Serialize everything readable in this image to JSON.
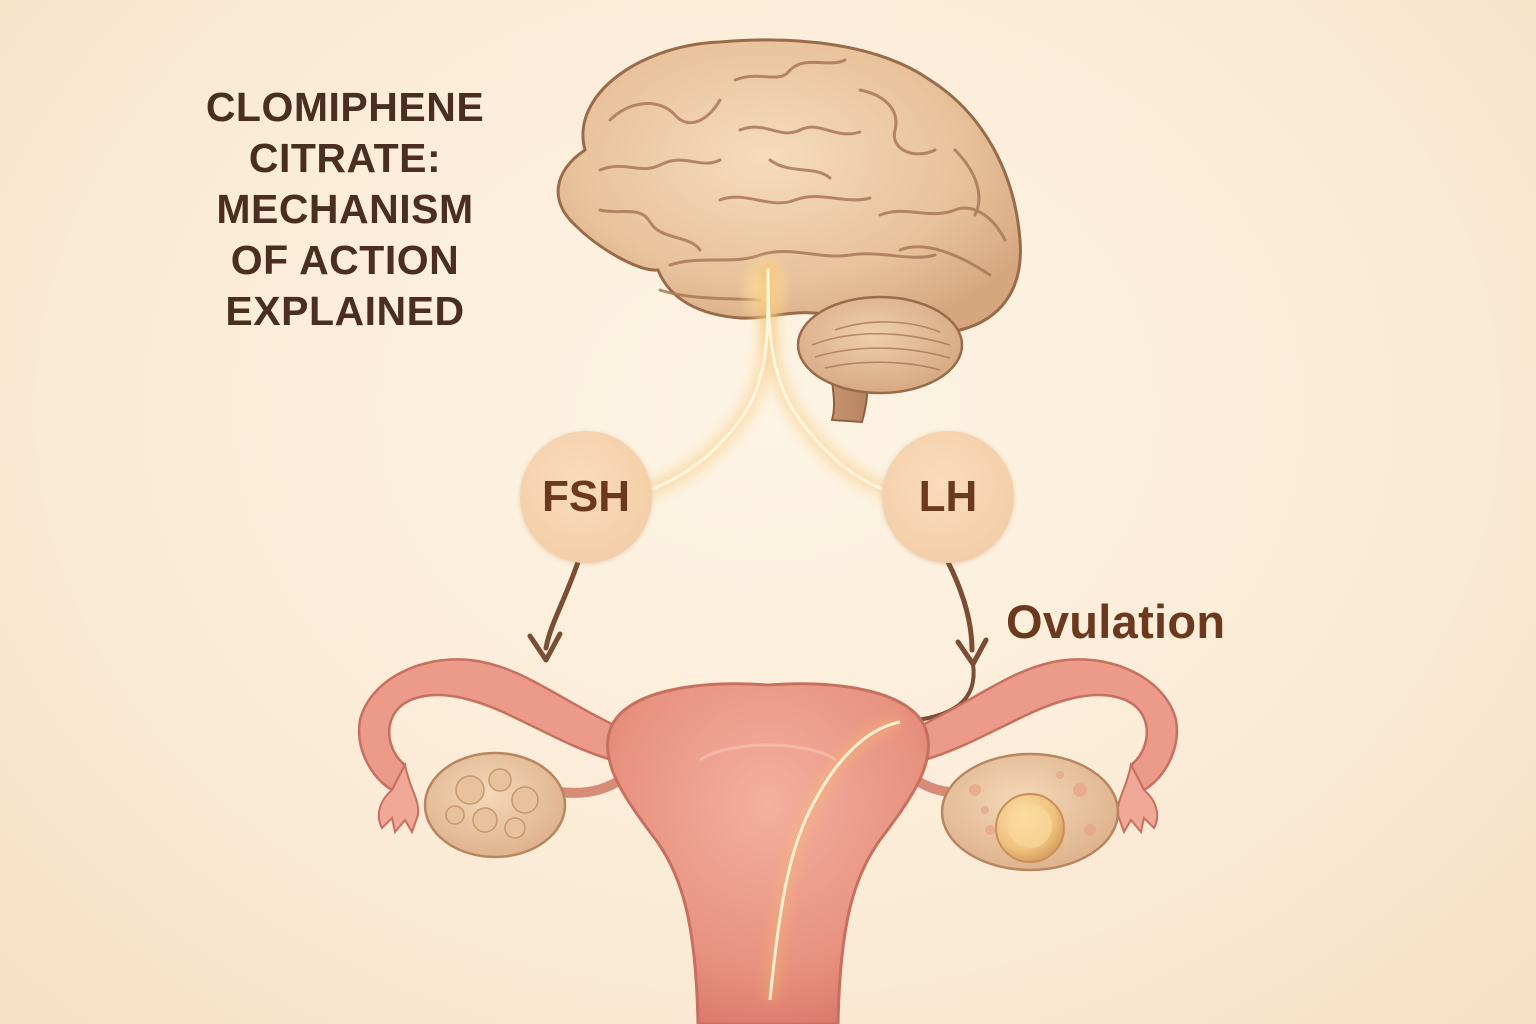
{
  "title_lines": [
    "CLOMIPHENE",
    "CITRATE:",
    "MECHANISM",
    "OF ACTION",
    "EXPLAINED"
  ],
  "hormones": {
    "fsh": "FSH",
    "lh": "LH"
  },
  "ovulation_label": "Ovulation",
  "illustrations": {
    "brain": "brain-illustration",
    "uterus": "uterus-illustration",
    "left_ovary": "left-ovary-illustration",
    "right_ovary": "right-ovary-with-follicle-illustration"
  },
  "colors": {
    "background": "#fbebd6",
    "text_dark_brown": "#4a2f20",
    "label_brown": "#6b3a1e",
    "circle_fill": "#f4cfa9",
    "arrow_brown": "#7a4e33",
    "glow": "#f5c46a",
    "brain": "#e9c6a0",
    "uterus": "#eb9688",
    "ovary": "#e9c39c"
  }
}
